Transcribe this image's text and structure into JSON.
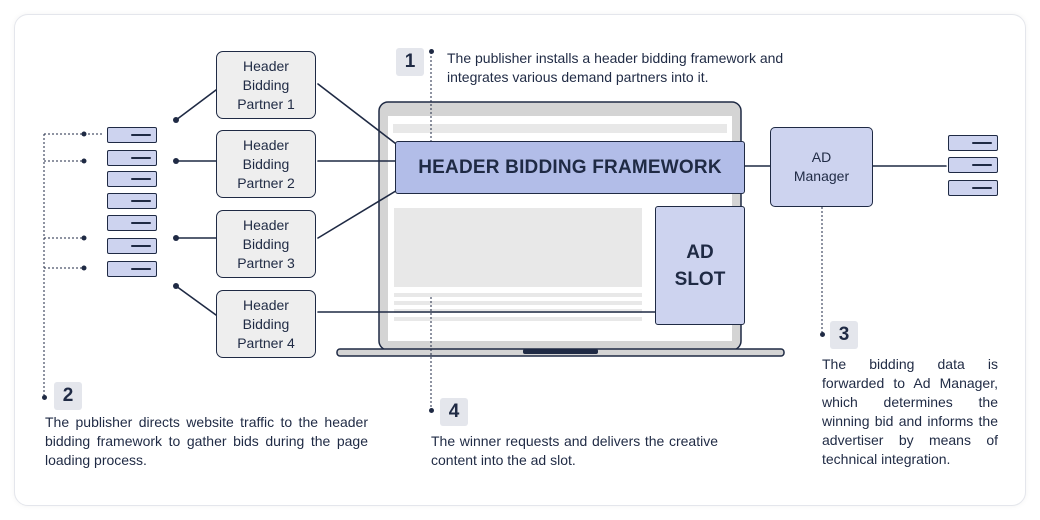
{
  "partners": [
    {
      "label": "Header\nBidding\nPartner 1"
    },
    {
      "label": "Header\nBidding\nPartner 2"
    },
    {
      "label": "Header\nBidding\nPartner 3"
    },
    {
      "label": "Header\nBidding\nPartner 4"
    }
  ],
  "framework": {
    "label": "HEADER BIDDING FRAMEWORK"
  },
  "ad_slot": {
    "label": "AD\nSLOT"
  },
  "ad_manager": {
    "label": "AD\nManager"
  },
  "steps": [
    {
      "number": "1",
      "text": "The publisher installs a header bidding framework and integrates various demand partners into it."
    },
    {
      "number": "2",
      "text": "The publisher directs website traffic to the header bidding framework to gather bids during the page loading process."
    },
    {
      "number": "3",
      "text": "The bidding data is forwarded to Ad Manager, which determines the winning bid and informs the advertiser by means of technical integration."
    },
    {
      "number": "4",
      "text": "The winner requests and delivers the creative content into the ad slot."
    }
  ],
  "colors": {
    "navy": "#1f2a44",
    "framework_fill": "#b2bde8",
    "light_blue": "#cdd3ef",
    "gray_box": "#eeeeee",
    "badge_bg": "#e4e6ec",
    "laptop_frame": "#d4d4d4",
    "placeholder": "#e8e8e8"
  },
  "icons": [
    "server-icon",
    "laptop-icon"
  ]
}
